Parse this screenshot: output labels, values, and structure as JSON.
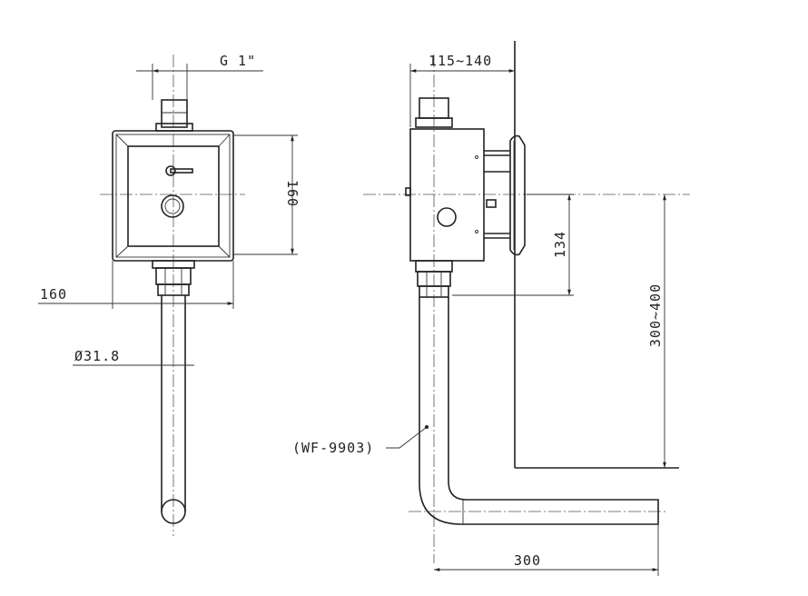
{
  "dimensions": {
    "thread": "G 1\"",
    "front_height": "160",
    "front_width": "160",
    "pipe_diameter": "Ø31.8",
    "wall_offset": "115~140",
    "side_height": "134",
    "floor_height": "300~400",
    "pipe_length": "300"
  },
  "part_label": "(WF-9903)"
}
